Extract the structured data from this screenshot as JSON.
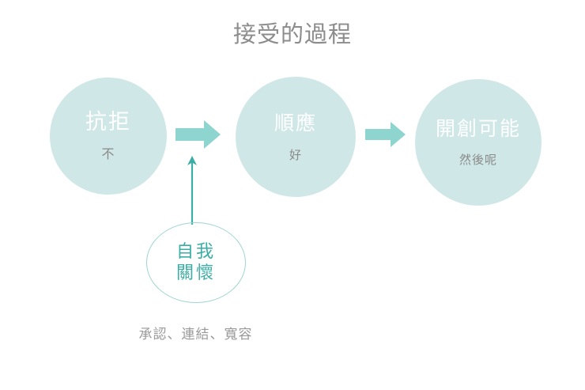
{
  "title": "接受的過程",
  "colors": {
    "circle_fill": "#cfe7e6",
    "arrow": "#8ed4cf",
    "accent_teal": "#3aada4",
    "title_gray": "#8c8c8c",
    "sub_gray": "#8a8a8a",
    "caption_gray": "#9a9a9a",
    "background": "#ffffff"
  },
  "nodes": [
    {
      "id": "reject",
      "main": "抗拒",
      "sub": "不"
    },
    {
      "id": "accept",
      "main": "順應",
      "sub": "好"
    },
    {
      "id": "create",
      "main": "開創可能",
      "sub": "然後呢"
    }
  ],
  "self_care": {
    "line1": "自我",
    "line2": "關懷"
  },
  "caption": "承認、連結、寬容",
  "arrows": [
    {
      "id": "arrow-1",
      "direction": "right",
      "from": "reject",
      "to": "accept"
    },
    {
      "id": "arrow-2",
      "direction": "right",
      "from": "accept",
      "to": "create"
    },
    {
      "id": "arrow-up",
      "direction": "up",
      "from": "self-care",
      "to": "flow"
    }
  ]
}
